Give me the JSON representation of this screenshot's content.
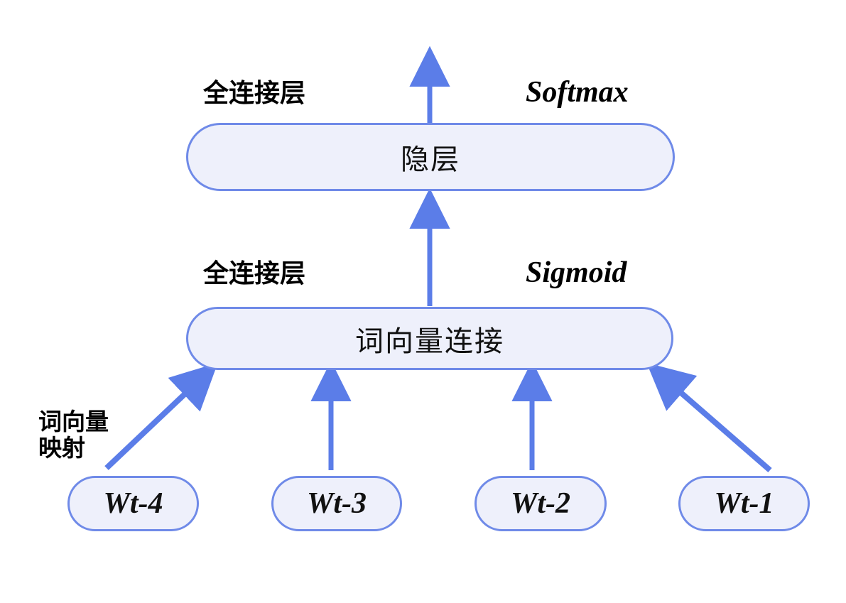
{
  "diagram": {
    "title": "Neural Network Language Model (NNLM) architecture diagram",
    "colors": {
      "node_fill": "#eef0fb",
      "node_border": "#6f8ae8",
      "arrow": "#5b7de8",
      "text": "#000000",
      "background": "#ffffff"
    },
    "layers": [
      {
        "id": "hidden",
        "label": "隐层"
      },
      {
        "id": "concat",
        "label": "词向量连接"
      }
    ],
    "words": [
      {
        "id": "wt4",
        "symbol": "W",
        "subscript": "t-4",
        "label": "Wt-4"
      },
      {
        "id": "wt3",
        "symbol": "W",
        "subscript": "t-3",
        "label": "Wt-3"
      },
      {
        "id": "wt2",
        "symbol": "W",
        "subscript": "t-2",
        "label": "Wt-2"
      },
      {
        "id": "wt1",
        "symbol": "W",
        "subscript": "t-1",
        "label": "Wt-1"
      }
    ],
    "annotations": {
      "fc_top": "全连接层",
      "fc_mid": "全连接层",
      "activation_top": "Softmax",
      "activation_mid": "Sigmoid",
      "embedding_map": "词向量\n映射"
    },
    "edges": [
      {
        "from": "hidden",
        "to": "output",
        "type": "arrow-up"
      },
      {
        "from": "concat",
        "to": "hidden",
        "type": "arrow-up"
      },
      {
        "from": "wt4",
        "to": "concat",
        "type": "arrow-diagonal-up-right"
      },
      {
        "from": "wt3",
        "to": "concat",
        "type": "arrow-up"
      },
      {
        "from": "wt2",
        "to": "concat",
        "type": "arrow-up"
      },
      {
        "from": "wt1",
        "to": "concat",
        "type": "arrow-diagonal-up-left"
      }
    ]
  }
}
